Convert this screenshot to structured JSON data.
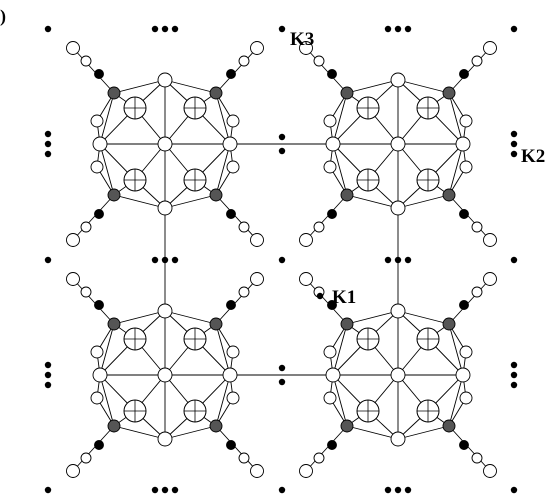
{
  "figure": {
    "panel_mark": ")",
    "site_labels": {
      "k1": "K1",
      "k2": "K2",
      "k3": "K3"
    }
  },
  "colors": {
    "ink": "#000000",
    "open_atom": "#ffffff",
    "shaded_atom": "#555555"
  }
}
